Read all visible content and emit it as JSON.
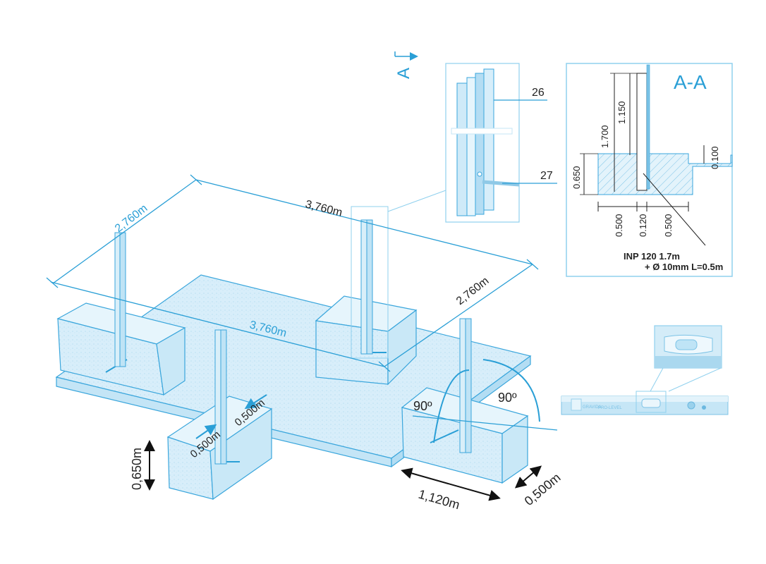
{
  "main_plan": {
    "dim_top_left": "2,760m",
    "dim_top": "3,760m",
    "dim_middle": "3,760m",
    "dim_right": "2,760m",
    "footing_width_1": "0,500m",
    "footing_width_2": "0,500m",
    "footing_depth": "0,650m",
    "footing_length": "1,120m",
    "footing_width_front": "0,500m",
    "angle_1": "90º",
    "angle_2": "90º",
    "section_marker": "A"
  },
  "detail_post": {
    "callout_26": "26",
    "callout_27": "27"
  },
  "section_aa": {
    "title": "A-A",
    "dim_1700": "1.700",
    "dim_1150": "1.150",
    "dim_0650": "0.650",
    "dim_0100": "0.100",
    "dim_bottom_1": "0.500",
    "dim_bottom_2": "0.120",
    "dim_bottom_3": "0.500",
    "note_line1": "INP 120 1.7m",
    "note_line2": "+ Ø 10mm L=0.5m"
  },
  "level_tool": {
    "brand": "GRAVIDA",
    "model": "PRO-LEVEL"
  },
  "colors": {
    "accent": "#2a9fd6",
    "fill_light": "#d6eefa",
    "fill_mid": "#b9e0f5",
    "line": "#3aa6dc"
  }
}
